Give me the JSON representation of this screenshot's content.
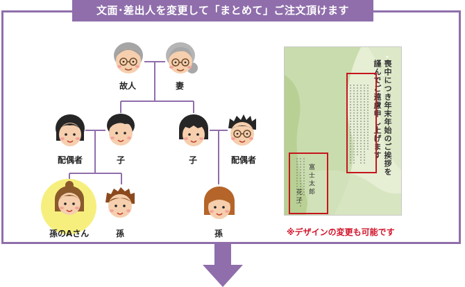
{
  "header": {
    "title": "文面･差出人を変更して「まとめて」ご注文頂けます"
  },
  "family": {
    "grandfather": "故人",
    "grandmother": "妻",
    "spouse_left": "配偶者",
    "child_left": "子",
    "child_right": "子",
    "spouse_right": "配偶者",
    "grandchild_a": "孫のAさん",
    "grandchild_left": "孫",
    "grandchild_right": "孫"
  },
  "card": {
    "headline": "喪中につき年末年始のご挨拶を 謹んでご遠慮申し上げます",
    "sender_name_1": "富 士 太 郎",
    "sender_name_2": "花 子"
  },
  "note": "※デザインの変更も可能です",
  "colors": {
    "accent": "#8f6eab",
    "highlight": "#c4161c",
    "note": "#d1142a",
    "grandchild_highlight": "#f6ef7e"
  }
}
